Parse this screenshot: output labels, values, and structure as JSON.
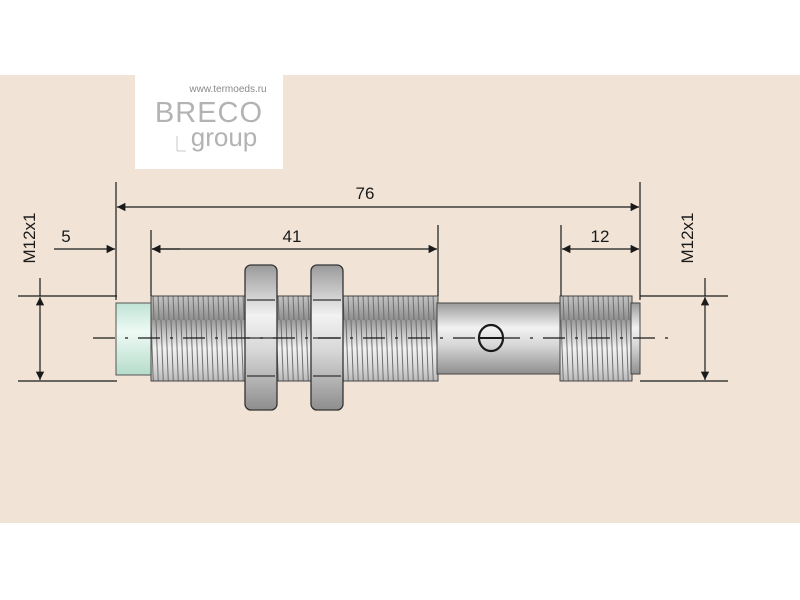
{
  "logo": {
    "url": "www.termoeds.ru",
    "brand": "BRECO",
    "sub": "group"
  },
  "dimensions": {
    "overall_length": "76",
    "front_offset": "5",
    "thread_length": "41",
    "rear_thread_length": "12",
    "thread_left": "M12x1",
    "thread_right": "M12x1"
  },
  "colors": {
    "background": "#f1e4d6",
    "line": "#1a1a1a",
    "sensor_face": "#d9f0e6",
    "metal": "#c8c8c8"
  }
}
